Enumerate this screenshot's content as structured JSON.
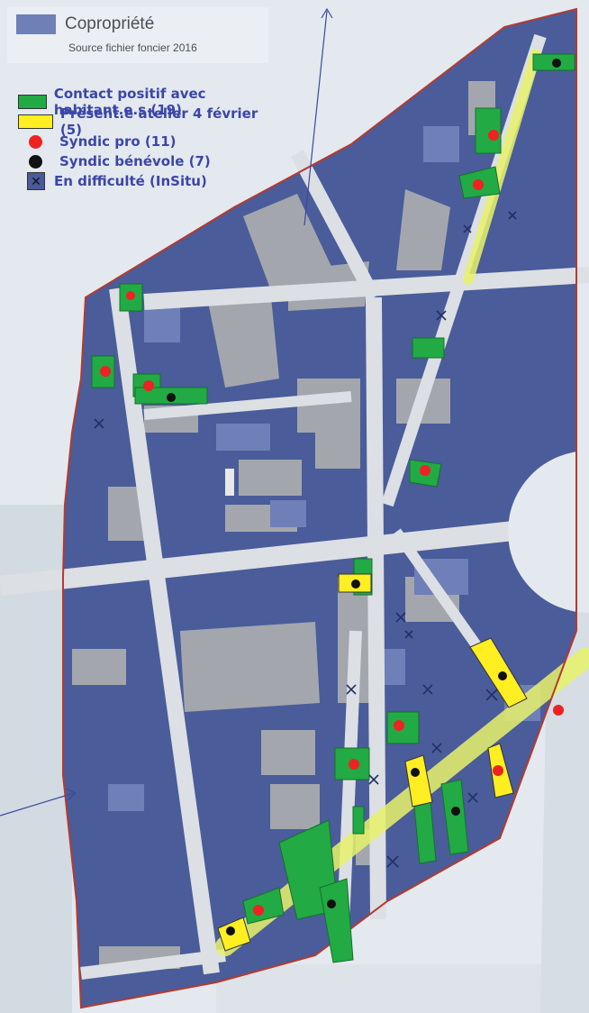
{
  "legend": {
    "copropriete_label": "Copropriété",
    "source": "Source fichier foncier 2016",
    "items": [
      {
        "label": "Contact positif avec habitant.e.s (19)",
        "color": "#22aa44",
        "kind": "rect"
      },
      {
        "label": "Présent.e atelier 4 février (5)",
        "color": "#ffee22",
        "kind": "rect"
      },
      {
        "label": "Syndic pro (11)",
        "color": "#ee2222",
        "kind": "dot"
      },
      {
        "label": "Syndic bénévole (7)",
        "color": "#111111",
        "kind": "dot"
      },
      {
        "label": "En difficulté (InSitu)",
        "color": "#4a5a9a",
        "kind": "cross"
      }
    ]
  },
  "colors": {
    "copropriete": "#4a5c9a",
    "copropriete_light": "#6f7fb8",
    "other_parcel": "#a3a7ad",
    "street": "#dcdfe3",
    "outside": "#e6ebef",
    "boundary": "#b53a2e",
    "highlight_street": "#e8f26a"
  }
}
